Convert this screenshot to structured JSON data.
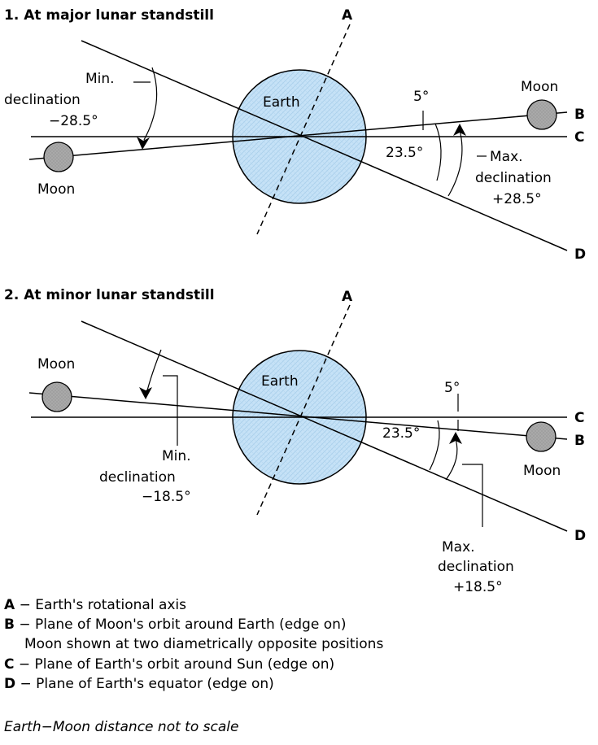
{
  "panels": [
    {
      "title": "1. At major lunar standstill",
      "earth_label": "Earth",
      "moon_left_label": "Moon",
      "moon_right_label": "Moon",
      "axis_label": "A",
      "line_b_label": "B",
      "line_c_label": "C",
      "line_d_label": "D",
      "inclination_label": "5°",
      "tilt_label": "23.5°",
      "min_decl_line1": "Min.",
      "min_decl_line2": "declination",
      "min_decl_value": "−28.5°",
      "max_decl_line1": "Max.",
      "max_decl_line2": "declination",
      "max_decl_value": "+28.5°"
    },
    {
      "title": "2. At minor lunar standstill",
      "earth_label": "Earth",
      "moon_left_label": "Moon",
      "moon_right_label": "Moon",
      "axis_label": "A",
      "line_b_label": "B",
      "line_c_label": "C",
      "line_d_label": "D",
      "inclination_label": "5°",
      "tilt_label": "23.5°",
      "min_decl_line1": "Min.",
      "min_decl_line2": "declination",
      "min_decl_value": "−18.5°",
      "max_decl_line1": "Max.",
      "max_decl_line2": "declination",
      "max_decl_value": "+18.5°"
    }
  ],
  "legend": [
    {
      "key": "A",
      "text": " − Earth's rotational axis"
    },
    {
      "key": "B",
      "text": " − Plane of Moon's orbit around Earth (edge on)"
    },
    {
      "key": "",
      "text": "Moon shown at two diametrically opposite positions"
    },
    {
      "key": "C",
      "text": " − Plane of Earth's orbit around Sun (edge on)"
    },
    {
      "key": "D",
      "text": " − Plane of Earth's equator (edge on)"
    }
  ],
  "footnote": "Earth−Moon distance not to scale",
  "colors": {
    "earth_fill": "#c6e2f7",
    "moon_fill": "#aaaaaa",
    "ink": "#000000"
  }
}
